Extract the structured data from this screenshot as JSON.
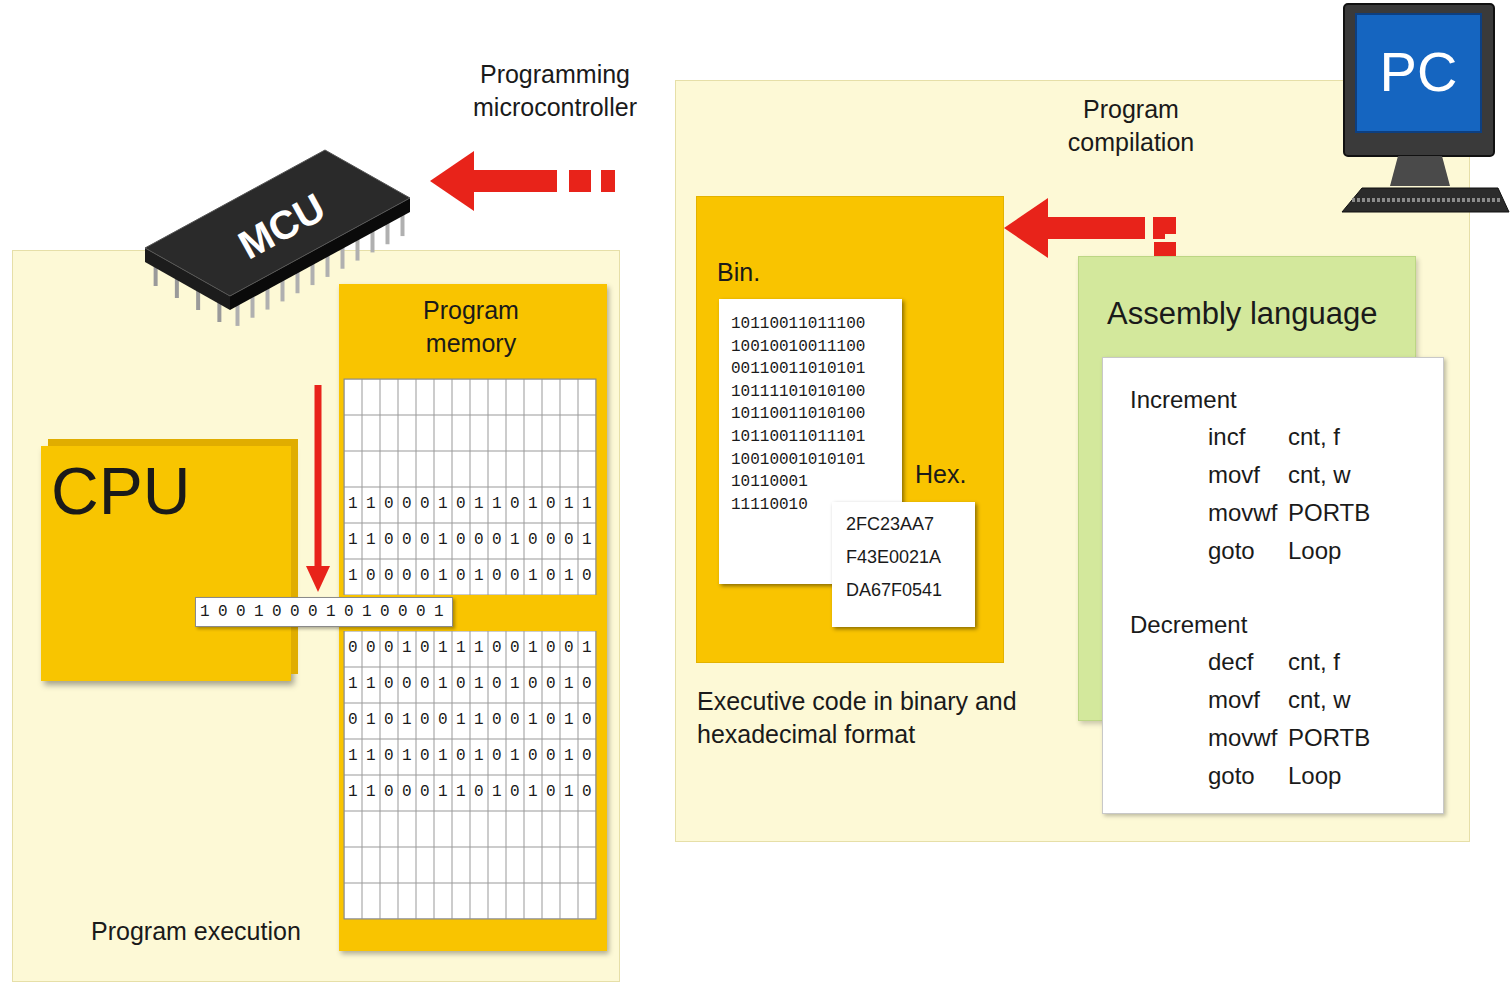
{
  "diagram": {
    "nodes": [
      {
        "text": [
          "MCU"
        ]
      },
      {
        "text": [
          "Program execution"
        ]
      },
      {
        "text": [
          "CPU"
        ],
        "in": 1
      },
      {
        "text": [
          "Program memory",
          "11000101101011",
          "11000100010001",
          "10000101001010",
          "00010111001001",
          "11000101010010",
          "01010011001010",
          "11010101010010",
          "11000110101010"
        ],
        "in": 1
      },
      {
        "text": [
          "PC"
        ]
      },
      {
        "text": [
          "Program compilation"
        ]
      },
      {
        "text": [
          "Bin.",
          "Hex.",
          "Executive code in binary and hexadecimal format"
        ],
        "in": 5
      },
      {
        "text": [
          "10110011011100",
          "10010010011100",
          "00110011010101",
          "10111101010100",
          "10110011010100",
          "10110011011101",
          "10010001010101",
          "10110001",
          "11110010"
        ],
        "in": 6
      },
      {
        "text": [
          "2FC23AA7",
          "F43E0021A",
          "DA67F0541"
        ],
        "in": 6
      },
      {
        "text": [
          "Assembly language"
        ],
        "in": 5
      },
      {
        "text": [
          "Increment",
          "incf",
          "cnt, f",
          "movf",
          "cnt, w",
          "movwf",
          "PORTB",
          "goto",
          "Loop",
          "Decrement",
          "decf",
          "cnt, f",
          "movf",
          "cnt, w",
          "movwf",
          "PORTB",
          "goto",
          "Loop"
        ],
        "in": 9
      }
    ],
    "edges": [
      {
        "from": 5,
        "to": 0,
        "arrow": "to",
        "label": "Programming microcontroller"
      },
      {
        "from": 9,
        "to": 6,
        "arrow": "to"
      }
    ],
    "labels": [
      "10010001010001"
    ]
  }
}
